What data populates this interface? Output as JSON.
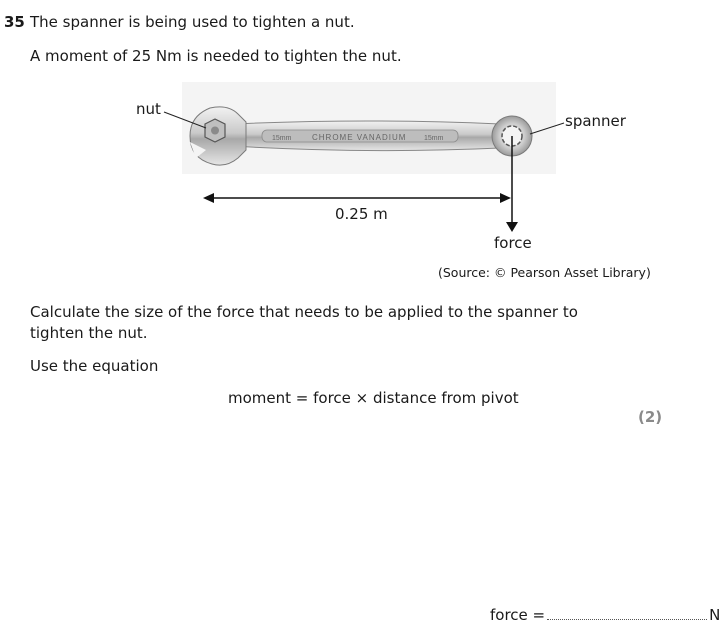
{
  "question": {
    "number": "35",
    "stem": "The spanner is being used to tighten a nut.",
    "moment_statement": "A moment of 25 Nm is needed to tighten the nut."
  },
  "figure": {
    "nut_label": "nut",
    "spanner_label": "spanner",
    "distance_label": "0.25 m",
    "force_label": "force",
    "spanner_text": "CHROME VANADIUM",
    "spanner_size_left": "15mm",
    "spanner_size_right": "15mm",
    "source": "(Source: © Pearson Asset Library)"
  },
  "instruction": "Calculate the size of the force that needs to be applied to the spanner to tighten the nut.",
  "use_equation": "Use the equation",
  "equation": "moment = force × distance from pivot",
  "marks": "(2)",
  "answer": {
    "label": "force =",
    "unit": "N",
    "value": ""
  }
}
